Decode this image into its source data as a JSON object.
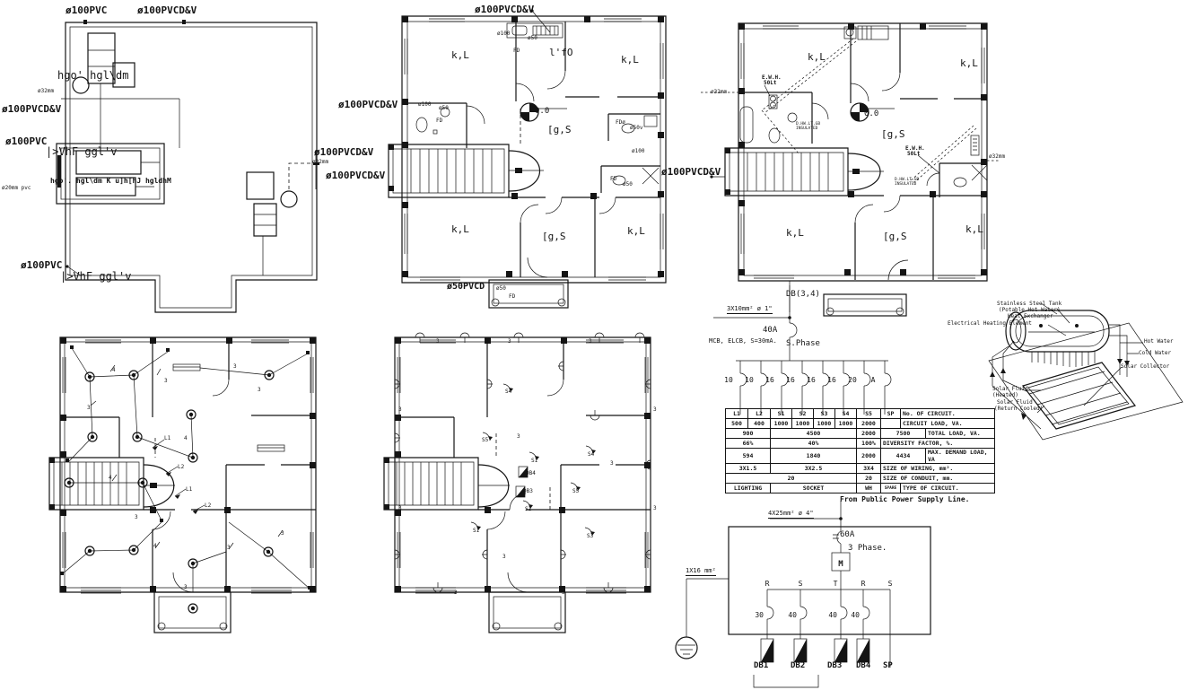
{
  "digits": {
    "three": "3",
    "four": "4"
  },
  "plan_roof": {
    "labels": {
      "pvc_top": "ø100PVC",
      "pvcdv_top": "ø100PVCD&V",
      "tank": "hgo' hgl\\dm",
      "d32": "ø32mm",
      "pvcdv_left": "ø100PVCD&V",
      "pvc_left": "ø100PVC",
      "pump_room": "|>VhF ggl'v",
      "pump_note": "hgo'. hgl\\dm K u]h[hJ hgldhM",
      "d20": "ø20mm pvc",
      "pvc_bottom": "ø100PVC",
      "pump_bottom": "|>VhF ggl'v"
    }
  },
  "between": {
    "pvcdv_a": "ø100PVCD&V",
    "d32": "ø32mm",
    "pvcdv_b": "ø100PVCD&V"
  },
  "plan_first_plumbing": {
    "rooms": {
      "tl": "k,L",
      "tm": "l'fO",
      "tr": "k,L",
      "mid": "[g,S",
      "bl": "k,L",
      "bm": "[g,S",
      "br": "k,L"
    },
    "labels": {
      "pvcdv_top": "ø100PVCD&V",
      "d100_a": "ø100",
      "d50_a": "ø50",
      "fd_a": "FD",
      "pvcdv_left": "ø100PVCD&V",
      "d100_b": "ø100",
      "d50_b": "ø50",
      "fd_b": "FD",
      "fd_c": "FDø",
      "d50_c": "ø50v",
      "d100_c": "ø100",
      "fd_d": "FD",
      "d50_d": "ø50",
      "level": "0.0",
      "pvc_bottom": "ø50PVCD",
      "d50_e": "ø50",
      "fd_e": "FD"
    }
  },
  "plan_first_hot": {
    "rooms": {
      "tl": "k,L",
      "tr": "k,L",
      "mid": "[g,S",
      "bl": "k,L",
      "bm": "[g,S",
      "br": "k,L"
    },
    "labels": {
      "pvcdv_left": "ø100PVCD&V",
      "level": "0.0",
      "ewh1a": "E.W.H.",
      "ewh1b": "50Lt",
      "ewh2a": "E.W.H.",
      "ewh2b": "50Lt",
      "d32_left": "ø32mm",
      "d32_right": "ø32mm",
      "note1a": "D.HW.LT.GB",
      "note1b": "INSULATED",
      "note2a": "D.HW.LT.GB",
      "note2b": "INSULATED"
    }
  },
  "plan_lighting": {
    "labels": {
      "l1a": "L1",
      "l2a": "L2",
      "l1b": "L1",
      "l2b": "L2"
    }
  },
  "plan_socket": {
    "labels": {
      "s4a": "S4",
      "s5a": "S5",
      "s1a": "S1",
      "db4": "DB4",
      "db3": "DB3",
      "s5b": "S5",
      "s4b": "S4",
      "s2": "S2",
      "s1b": "S1",
      "s3": "S3"
    }
  },
  "sld": {
    "db": "DB(3,4)",
    "feeder": "3X10mm² ø 1\"",
    "main_breaker": "40A",
    "protection": "MCB, ELCB, S=30mA.",
    "phase": "S.Phase",
    "breakers": [
      "10",
      "10",
      "16",
      "16",
      "16",
      "16",
      "20",
      "A"
    ]
  },
  "circuit_table": {
    "circuits": [
      "L1",
      "L2",
      "S1",
      "S2",
      "S3",
      "S4",
      "S5",
      "SP"
    ],
    "row_labels": {
      "no": "No. OF CIRCUIT.",
      "load": "CIRCUIT LOAD, VA.",
      "total": "TOTAL LOAD, VA.",
      "div": "DIVERSITY FACTOR, %.",
      "demand": "MAX. DEMAND LOAD, VA",
      "wiring": "SIZE OF WIRING, mm².",
      "conduit": "SIZE OF CONDUIT, mm.",
      "type": "TYPE OF CIRCUIT."
    },
    "circuit_load": [
      "500",
      "400",
      "1000",
      "1000",
      "1000",
      "1000",
      "2000",
      ""
    ],
    "total_load": {
      "lighting": "900",
      "socket": "4500",
      "wh": "2000",
      "total": "7500"
    },
    "diversity": {
      "lighting": "66%",
      "socket": "40%",
      "wh": "100%"
    },
    "max_demand": {
      "lighting": "594",
      "socket": "1840",
      "wh": "2000",
      "total": "4434"
    },
    "wiring": {
      "lighting": "3X1.5",
      "socket": "3X2.5",
      "wh": "3X4"
    },
    "conduit": {
      "group": "20",
      "wh": "20"
    },
    "type": {
      "lighting": "LIGHTING",
      "socket": "SOCKET",
      "wh": "WH",
      "sp": "SPARE"
    }
  },
  "supply": {
    "source": "From Public Power Supply Line.",
    "feeder": "4X25mm² ø 4\"",
    "main_breaker": "60A",
    "phase_sys": "3 Phase.",
    "meter": "M",
    "earth": "1X16 mm²",
    "phases": [
      "R",
      "S",
      "T",
      "R",
      "S"
    ],
    "breakers": [
      "30",
      "40",
      "40",
      "40"
    ],
    "outputs": [
      "DB1",
      "DB2",
      "DB3",
      "DB4",
      "SP"
    ]
  },
  "solar": {
    "l1": "Stainless Steel Tank",
    "l2": "(Potable Hot Water)",
    "l3": "Heat Exchanger",
    "l4": "Electrical Heating Element",
    "l5": "Hot Water",
    "l6": "Cold Water",
    "l7": "Solar Collector",
    "l8": "Solar Fluid",
    "l9": "(Heated)",
    "l10": "Solar Fluid",
    "l11": "(Return Cooled)"
  }
}
